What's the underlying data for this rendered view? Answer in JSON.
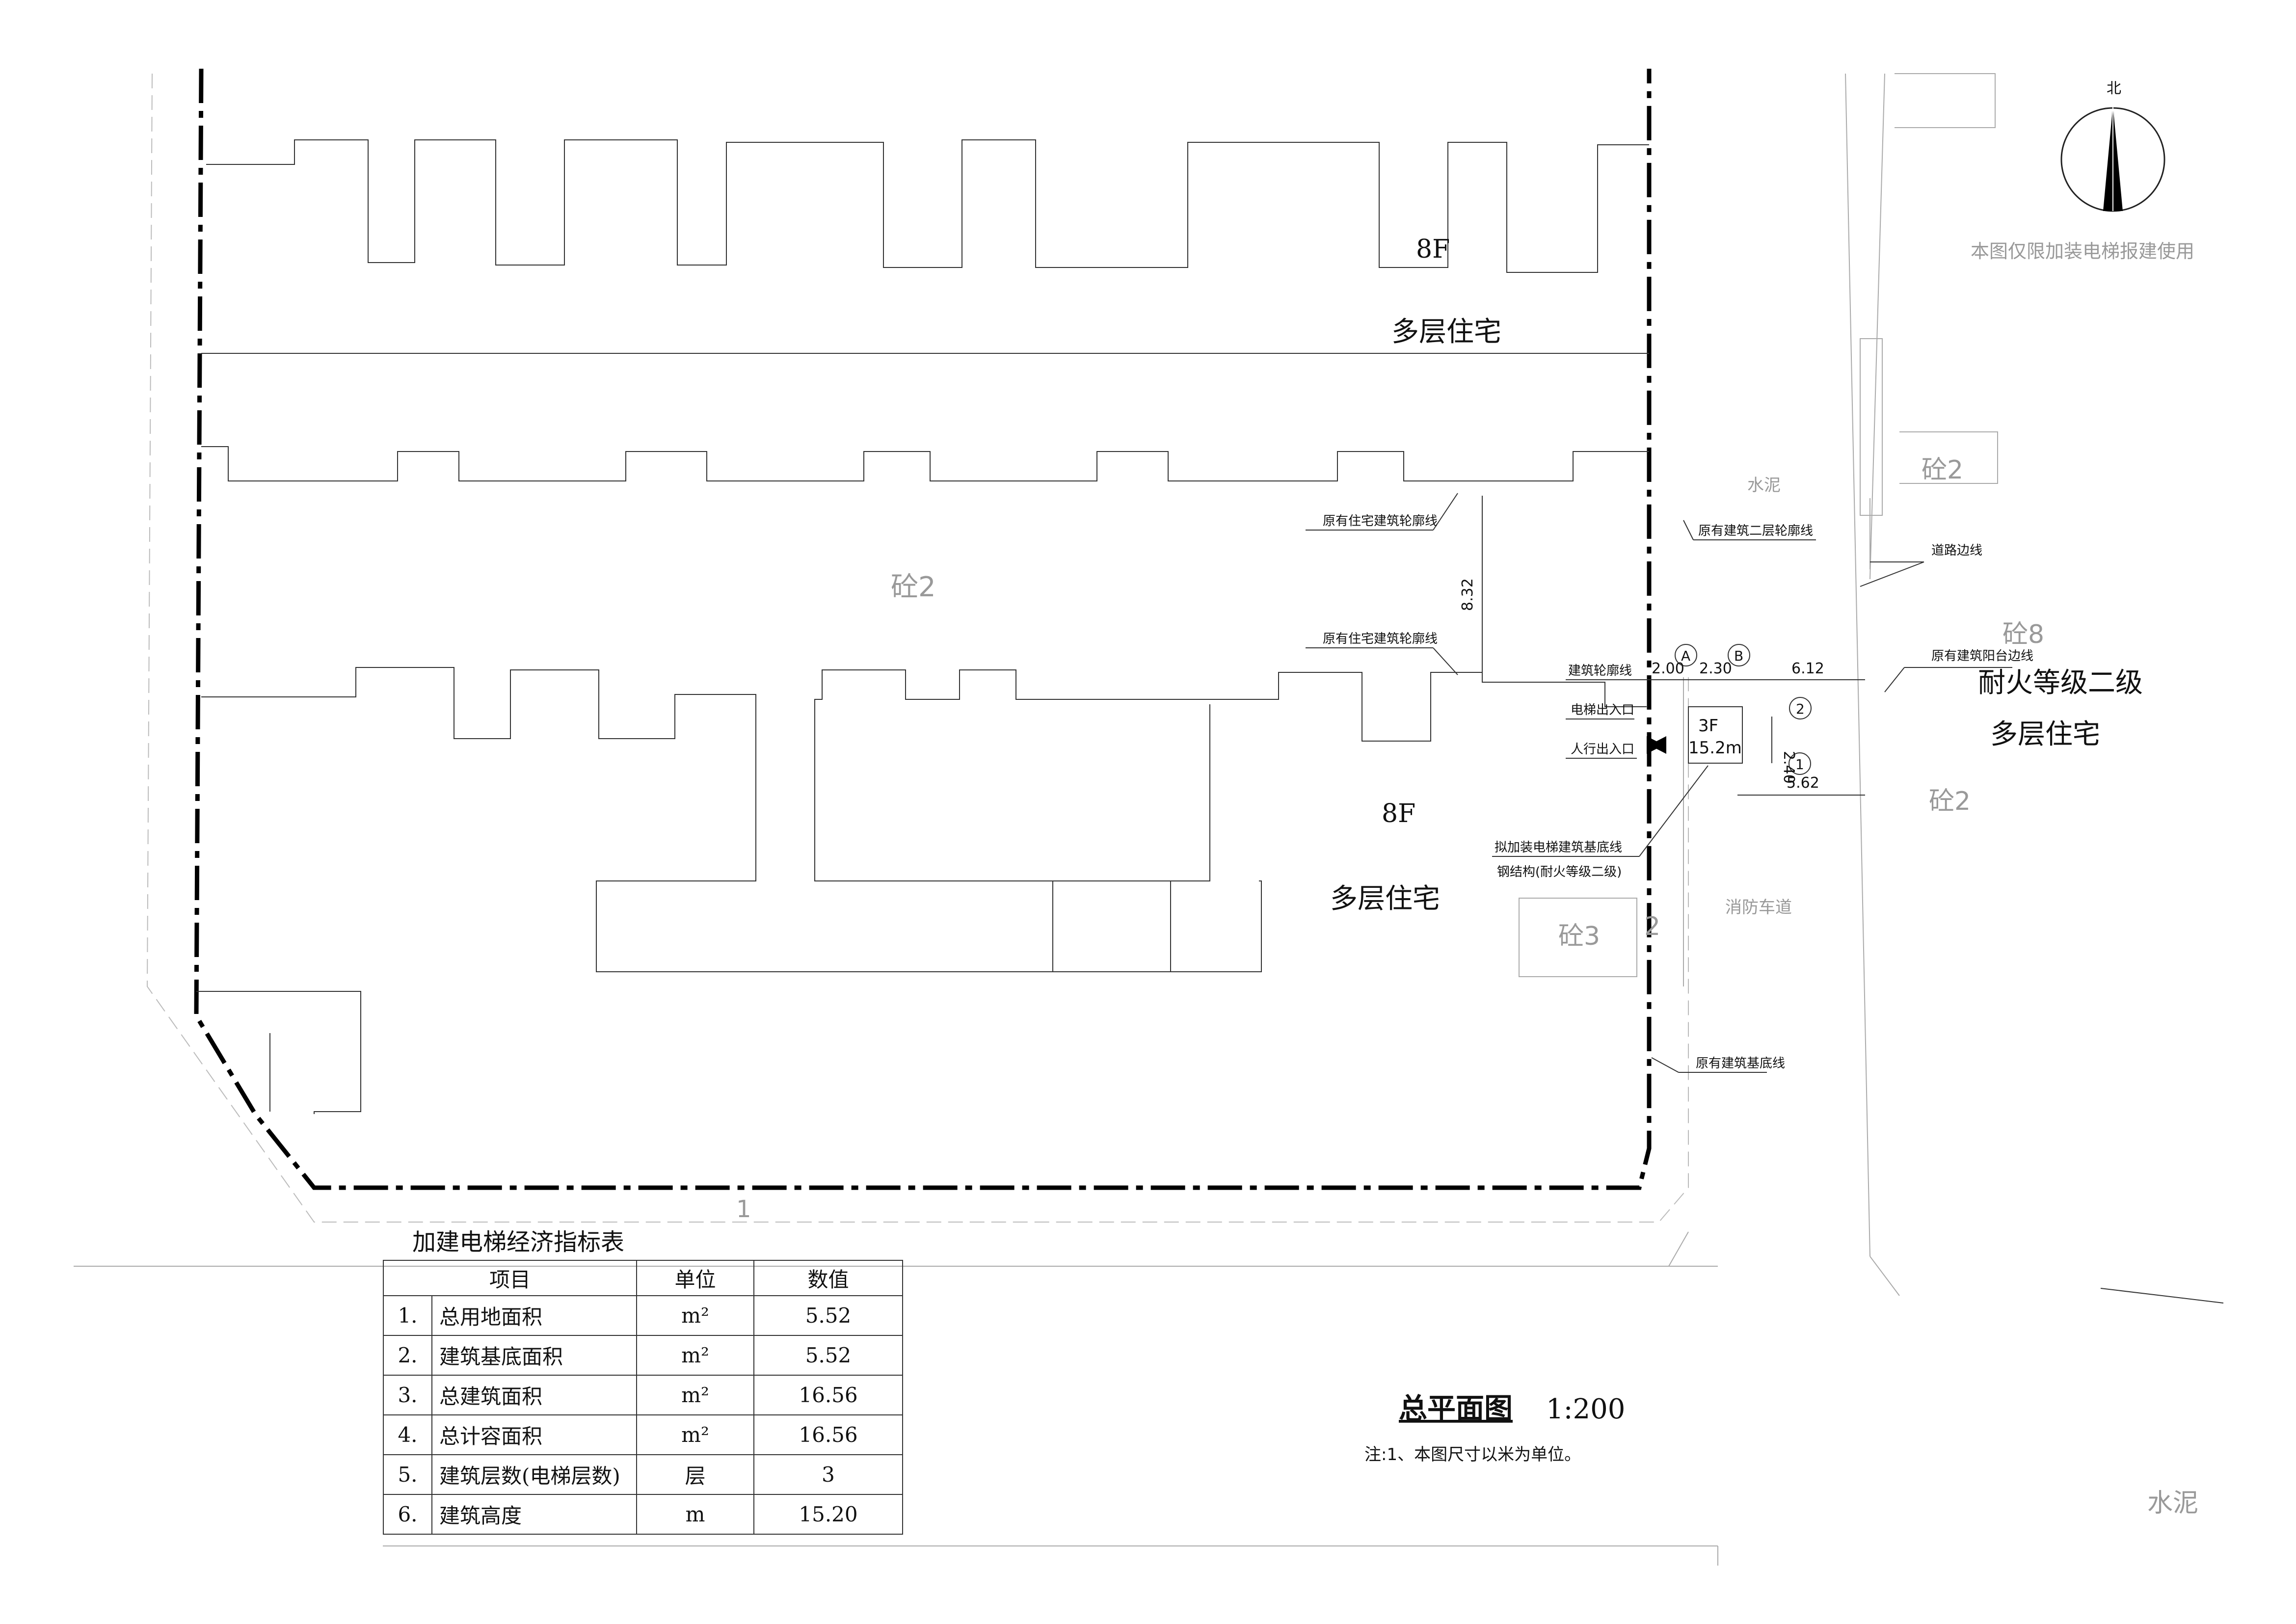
{
  "labels": {
    "floors_top": "8F",
    "building_top": "多层住宅",
    "floors_mid": "8F",
    "building_mid": "多层住宅",
    "paving_mid": "砼2",
    "elevator_floors": "3F",
    "elevator_height": "15.2m",
    "fire_rating": "耐火等级二级",
    "building_right": "多层住宅",
    "paving_right_top": "砼2",
    "paving_right_8": "砼8",
    "paving_right_low": "砼2",
    "paving_left_3": "砼3",
    "num_2": "2",
    "num_1": "1",
    "cement_top": "水泥",
    "cement_bottom": "水泥",
    "fire_lane": "消防车道",
    "north": "北",
    "usage_note": "本图仅限加装电梯报建使用"
  },
  "callouts": {
    "outline_1": "原有住宅建筑轮廓线",
    "outline_2": "原有住宅建筑轮廓线",
    "second_floor": "原有建筑二层轮廓线",
    "road_edge": "道路边线",
    "balcony": "原有建筑阳台边线",
    "bldg_outline": "建筑轮廓线",
    "elev_exit": "电梯出入口",
    "ped_exit": "人行出入口",
    "new_base": "拟加装电梯建筑基底线",
    "steel": "钢结构(耐火等级二级)",
    "orig_base": "原有建筑基底线"
  },
  "dimensions": {
    "d832": "8.32",
    "d200": "2.00",
    "d230": "2.30",
    "d612": "6.12",
    "d240": "2.40",
    "d562": "5.62"
  },
  "axes": {
    "a": "A",
    "b": "B",
    "n2": "2",
    "n1": "1"
  },
  "table": {
    "title": "加建电梯经济指标表",
    "headers": [
      "项目",
      "单位",
      "数值"
    ],
    "rows": [
      [
        "1.",
        "总用地面积",
        "m²",
        "5.52"
      ],
      [
        "2.",
        "建筑基底面积",
        "m²",
        "5.52"
      ],
      [
        "3.",
        "总建筑面积",
        "m²",
        "16.56"
      ],
      [
        "4.",
        "总计容面积",
        "m²",
        "16.56"
      ],
      [
        "5.",
        "建筑层数(电梯层数)",
        "层",
        "3"
      ],
      [
        "6.",
        "建筑高度",
        "m",
        "15.20"
      ]
    ]
  },
  "drawing_title": {
    "main": "总平面图",
    "scale": "1:200",
    "note": "注:1、本图尺寸以米为单位。"
  }
}
